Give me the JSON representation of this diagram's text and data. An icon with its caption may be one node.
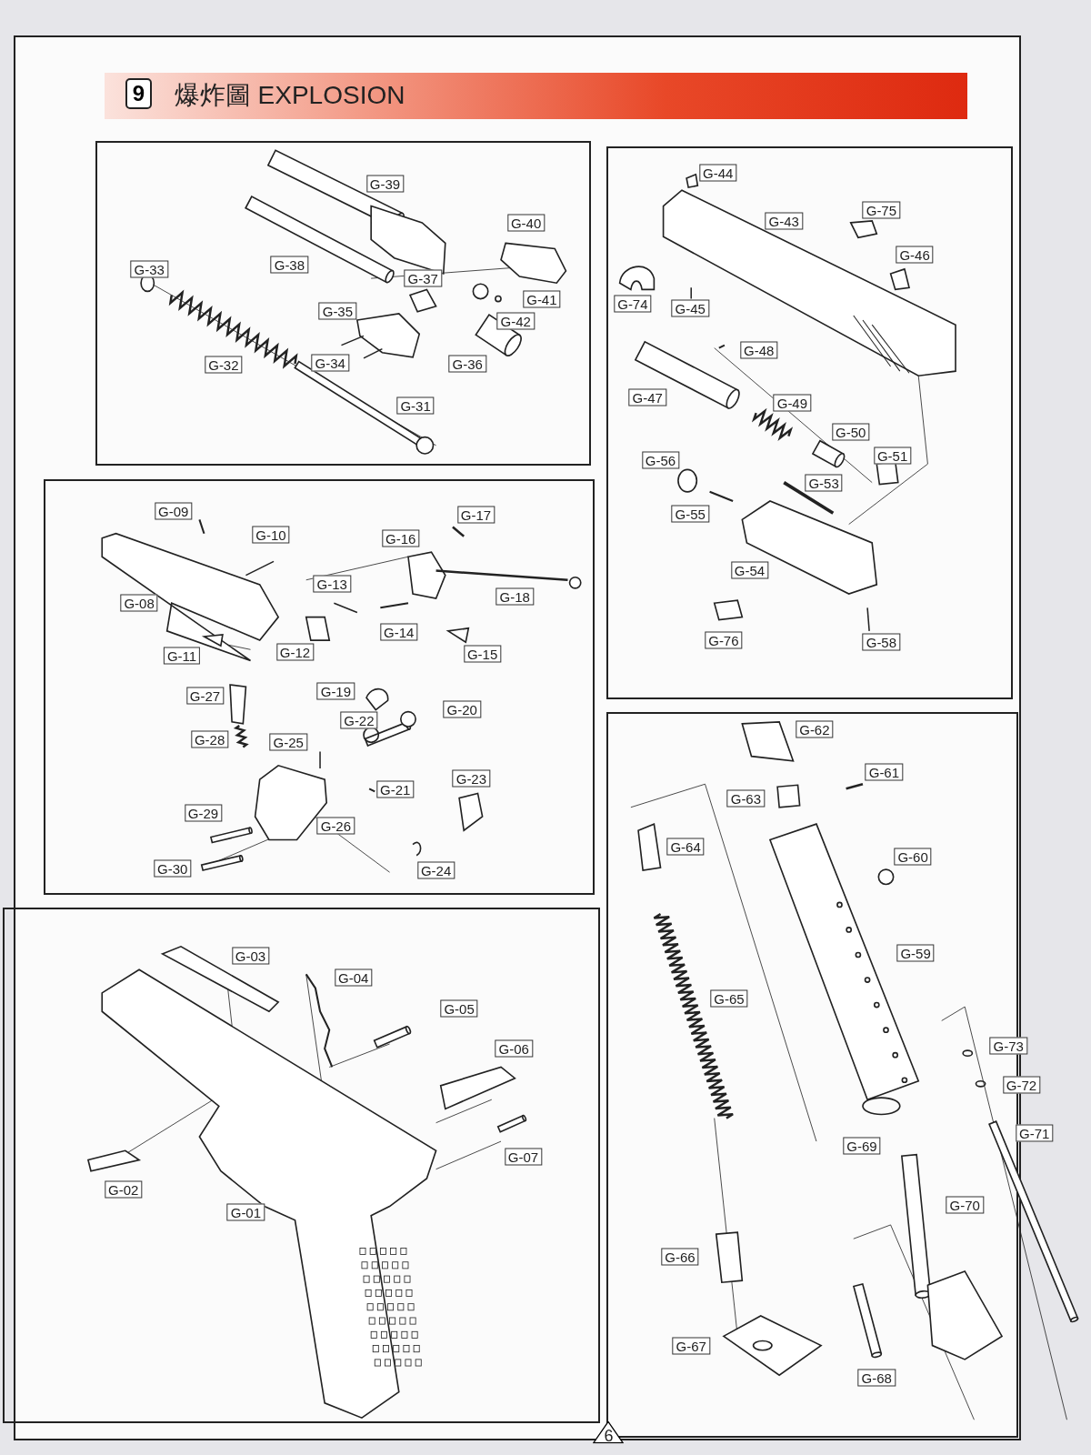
{
  "diagram": {
    "title": "爆炸圖 EXPLOSION",
    "labels": [
      "9",
      "G-39",
      "G-40",
      "G-38",
      "G-37",
      "G-33",
      "G-41",
      "G-35",
      "G-42",
      "G-34",
      "G-32",
      "G-36",
      "G-31",
      "G-44",
      "G-43",
      "G-75",
      "G-46",
      "G-74",
      "G-45",
      "G-48",
      "G-47",
      "G-49",
      "G-50",
      "G-51",
      "G-56",
      "G-53",
      "G-55",
      "G-54",
      "G-76",
      "G-58",
      "G-09",
      "G-17",
      "G-10",
      "G-16",
      "G-13",
      "G-18",
      "G-08",
      "G-14",
      "G-12",
      "G-15",
      "G-11",
      "G-27",
      "G-19",
      "G-20",
      "G-22",
      "G-28",
      "G-25",
      "G-21",
      "G-23",
      "G-29",
      "G-26",
      "G-30",
      "G-24",
      "G-62",
      "G-61",
      "G-63",
      "G-64",
      "G-60",
      "G-59",
      "G-65",
      "G-73",
      "G-72",
      "G-71",
      "G-69",
      "G-70",
      "G-66",
      "G-67",
      "G-68",
      "G-03",
      "G-04",
      "G-05",
      "G-06",
      "G-02",
      "G-07",
      "G-01",
      "6"
    ]
  }
}
